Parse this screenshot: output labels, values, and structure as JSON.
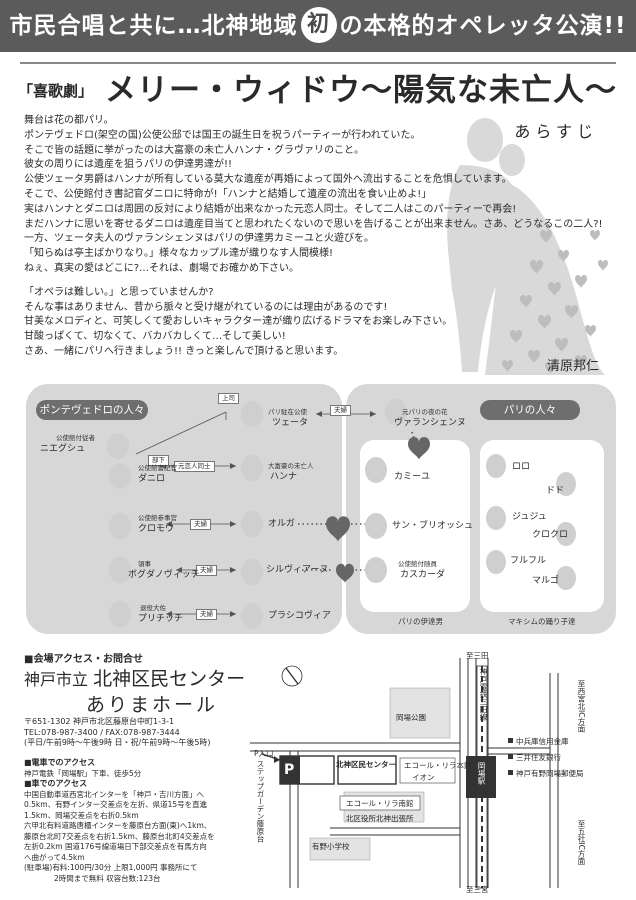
{
  "banner": {
    "text_before": "市民合唱と共に…北神地域",
    "circled": "初",
    "text_after": "の本格的オペレッタ公演!!"
  },
  "title": {
    "genre": "「喜歌劇」",
    "main": "メリー・ウィドウ〜陽気な未亡人〜",
    "section": "あらすじ"
  },
  "synopsis": [
    "舞台は花の都パリ。",
    "ポンテヴェドロ(架空の国)公使公邸では国王の誕生日を祝うパーティーが行われていた。",
    "そこで皆の話題に挙がったのは大富豪の未亡人ハンナ・グラヴァリのこと。",
    "彼女の周りには遺産を狙うパリの伊達男達が!!",
    "公使ツェータ男爵はハンナが所有している莫大な遺産が再婚によって国外へ流出することを危惧しています。",
    "そこで、公使館付き書記官ダニロに特命が!「ハンナと結婚して遺産の流出を食い止めよ!」",
    "実はハンナとダニロは周囲の反対により結婚が出来なかった元恋人同士。そして二人はこのパーティーで再会!",
    "まだハンナに思いを寄せるダニロは遺産目当てと思われたくないので思いを告げることが出来ません。さあ、どうなるこの二人?!",
    "一方、ツェータ夫人のヴァランシェンヌはパリの伊達男カミーユと火遊びを。",
    "「知らぬは亭主ばかりなり。」様々なカップル達が織りなす人間模様!",
    "ねぇ、真実の愛はどこに?…それは、劇場でお確かめ下さい。"
  ],
  "synopsis2": [
    "「オペラは難しい。」と思っていませんか?",
    "そんな事はありません、昔から脈々と受け継がれているのには理由があるのです!",
    "甘美なメロディと、可笑しくて愛おしいキャラクター達が織り広げるドラマをお楽しみ下さい。",
    "甘酸っぱくて、切なくて、バカバカしくて…そして美しい!",
    "さあ、一緒にパリへ行きましょう!! きっと楽しんで頂けると思います。"
  ],
  "author": "清原邦仁",
  "chart": {
    "groups": {
      "left": "ポンテヴェドロの人々",
      "right": "パリの人々"
    },
    "characters": {
      "nieguš": {
        "role": "公使館付従者",
        "name": "ニエグシュ"
      },
      "danilo": {
        "role": "公使館書記官",
        "name": "ダニロ"
      },
      "kromov": {
        "role": "公使館参事官",
        "name": "クロモウ"
      },
      "bogdanovic": {
        "role": "領事",
        "name": "ボグダノヴィッチ"
      },
      "pritschitsch": {
        "role": "退役大佐",
        "name": "プリチッチ"
      },
      "zeta": {
        "role": "パリ駐在公使",
        "name": "ツェータ"
      },
      "hanna": {
        "role": "大富豪の未亡人",
        "name": "ハンナ"
      },
      "olga": {
        "name": "オルガ"
      },
      "sylviane": {
        "name": "シルヴィアーヌ"
      },
      "praskovia": {
        "name": "プラシコヴィア"
      },
      "valencienne": {
        "role": "元パリの夜の花",
        "name": "ヴァランシェンヌ"
      },
      "camille": {
        "name": "カミーユ"
      },
      "brioche": {
        "name": "サン・ブリオッシュ"
      },
      "cascada": {
        "role": "公使館付随員",
        "name": "カスカーダ"
      }
    },
    "relations": {
      "boss": "上司",
      "subordinate": "部下",
      "couple": "夫婦",
      "ex_lovers": "元恋人同士"
    },
    "grisettes": [
      "ロロ",
      "ドド",
      "ジュジュ",
      "クロクロ",
      "フルフル",
      "マルゴ"
    ],
    "dandies_caption": "パリの伊達男",
    "grisettes_caption": "マキシムの踊り子達"
  },
  "venue": {
    "section": "■会場アクセス・お問合せ",
    "city": "神戸市立",
    "name1": "北神区民センター",
    "name2": "ありまホール",
    "address": [
      "〒651-1302 神戸市北区藤原台中町1-3-1",
      "TEL:078-987-3400 / FAX:078-987-3444",
      "(平日/午前9時〜午後9時 日・祝/午前9時〜午後5時)"
    ],
    "access": {
      "train_title": "■電車でのアクセス",
      "train_lines": [
        "神戸電鉄「岡場駅」下車、徒歩5分"
      ],
      "car_title": "■車でのアクセス",
      "car_lines": [
        "中国自動車道西宮北インターを「神戸・吉川方面」へ",
        "0.5km、有野インター交差点を左折、県道15号を直進",
        "1.5km、岡場交差点を右折0.5km",
        "六甲北有料道路唐櫃インターを藤原台方面(東)へ1km、",
        "藤原台北町7交差点を右折1.5km、藤原台北町4交差点を",
        "左折0.2km 国道176号線道場日下部交差点を有馬方向",
        "へ曲がって4.5km"
      ],
      "parking_lines": [
        "(駐車場)有料:100円/30分 上限1,000円 事務所にて",
        "2時間まで無料 収容台数:123台"
      ]
    }
  },
  "map": {
    "top_label": "至三田",
    "bottom_label": "至三宮",
    "rail_label": "神戸電鉄三田線",
    "station": "岡場駅",
    "park": "岡場公園",
    "venue_box": "北神区民センター",
    "p_in": "P入口",
    "parking_mark": "P",
    "mall1": "エコール・リラ本館",
    "mall1b": "イオン",
    "mall2": "エコール・リラ南館",
    "ward_office": "北区役所北神出張所",
    "school": "有野小学校",
    "step_garden": "ステップガーデン藤原台",
    "bank1": "中兵庫信用金庫",
    "bank2": "三井住友銀行",
    "post": "神戸有野岡場郵便局",
    "ic_north": "至西宮北IC方面",
    "ic_south": "至五社IC方面"
  }
}
